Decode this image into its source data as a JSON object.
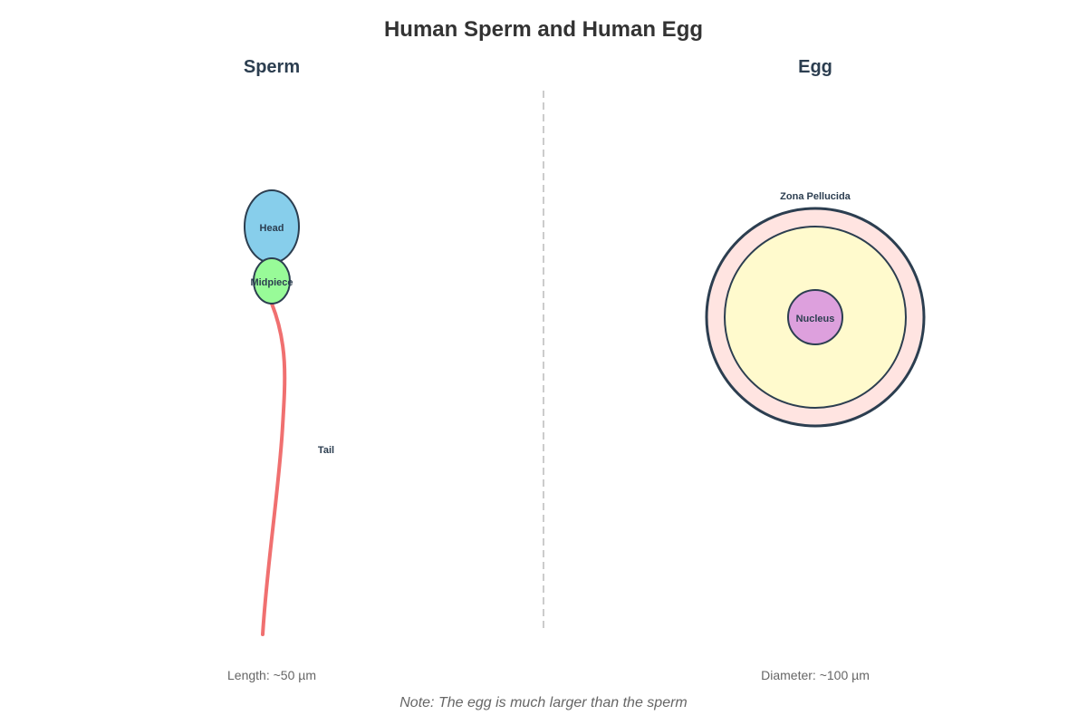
{
  "title": "Human Sperm and Human Egg",
  "sperm": {
    "heading": "Sperm",
    "parts": {
      "head": "Head",
      "midpiece": "Midpiece",
      "tail": "Tail"
    },
    "measurement": "Length: ~50 µm",
    "colors": {
      "head": "#87ceeb",
      "midpiece": "#98fb98",
      "tail": "#f07070",
      "outline": "#2c3e50"
    }
  },
  "egg": {
    "heading": "Egg",
    "parts": {
      "zona": "Zona Pellucida",
      "nucleus": "Nucleus"
    },
    "measurement": "Diameter: ~100 µm",
    "colors": {
      "zona": "#ffe4e1",
      "cytoplasm": "#fffacd",
      "nucleus": "#dda0dd",
      "outline": "#2c3e50"
    }
  },
  "note": "Note: The egg is much larger than the sperm",
  "divider_color": "#cccccc"
}
